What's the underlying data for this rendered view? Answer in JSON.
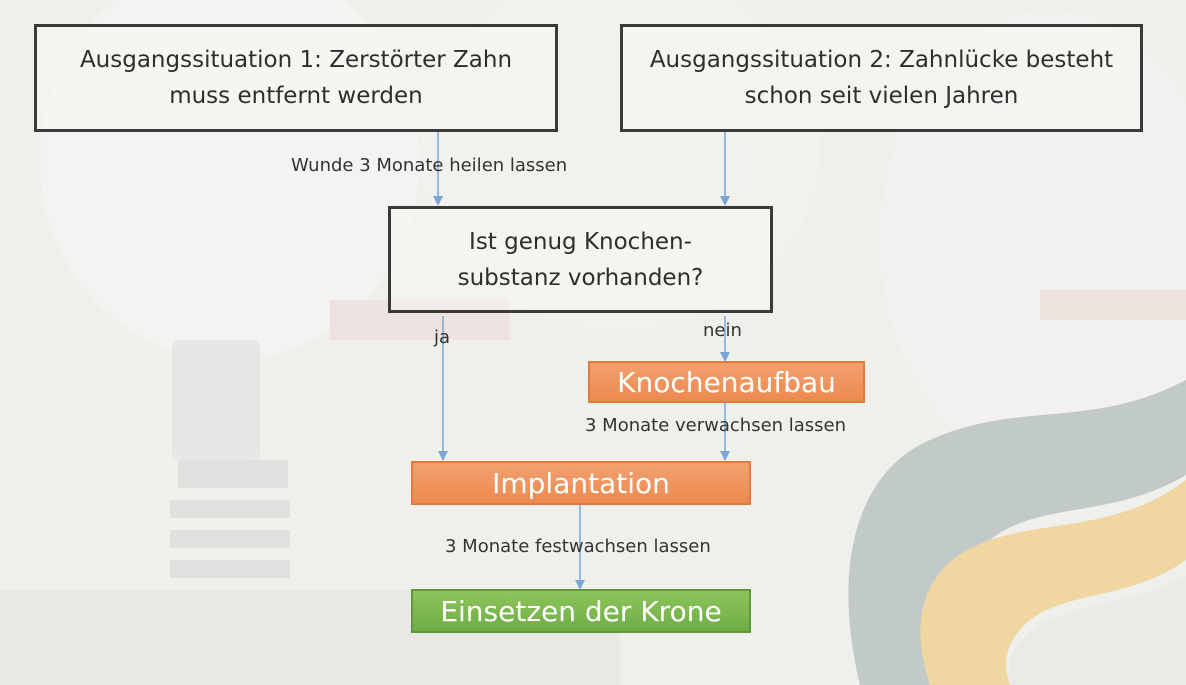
{
  "flow": {
    "start1": "Ausgangssituation 1: Zerstörter Zahn\nmuss entfernt werden",
    "start2": "Ausgangssituation 2: Zahnlücke besteht\nschon seit vielen Jahren",
    "heal_label": "Wunde 3 Monate heilen lassen",
    "question": "Ist genug Knochen-\nsubstanz vorhanden?",
    "yes_label": "ja",
    "no_label": "nein",
    "bone_build": "Knochenaufbau",
    "grow_label": "3 Monate verwachsen lassen",
    "implant": "Implantation",
    "fix_label": "3 Monate festwachsen lassen",
    "crown": "Einsetzen der Krone"
  },
  "colors": {
    "box_border": "#3a3a3a",
    "arrow": "#7aa5d6",
    "orange": "#ec8a4f",
    "green": "#70ad47",
    "logo_gray": "#aab5b5",
    "logo_yellow": "#f0c878"
  }
}
